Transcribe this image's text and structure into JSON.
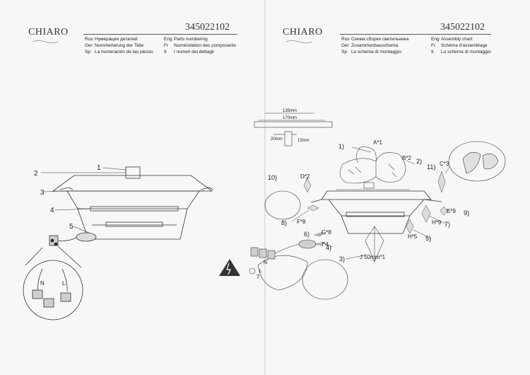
{
  "left": {
    "logo": "CHIARO",
    "code": "345022102",
    "langs": [
      {
        "tag": "Rus",
        "text": "Нумерация деталей"
      },
      {
        "tag": "Ger",
        "text": "Nummerierung der Teile"
      },
      {
        "tag": "Sp",
        "text": "La numeración de las piezas"
      },
      {
        "tag": "Eng",
        "text": "Parts numbering"
      },
      {
        "tag": "Fr",
        "text": "Numérotation des composants"
      },
      {
        "tag": "It",
        "text": "I numeri dei dettagli"
      }
    ],
    "callouts": [
      "1",
      "2",
      "3",
      "4",
      "5"
    ],
    "wire_labels": [
      "N",
      "L"
    ]
  },
  "right": {
    "logo": "CHIARO",
    "code": "345022102",
    "langs": [
      {
        "tag": "Rus",
        "text": "Схема сборки светильника"
      },
      {
        "tag": "Ger",
        "text": "Zusammenbauschema"
      },
      {
        "tag": "Sp",
        "text": "Lo schema di montaggio"
      },
      {
        "tag": "Eng",
        "text": "Assembly chart"
      },
      {
        "tag": "Fr",
        "text": "Schéma d'assemblage"
      },
      {
        "tag": "It",
        "text": "Lo schema di montaggio"
      }
    ],
    "dims": {
      "d1": "135mm",
      "d2": "170mm",
      "d3": "20mm",
      "d4": "13mm"
    },
    "parts": [
      {
        "num": "1)",
        "code": "A*1"
      },
      {
        "num": "2)",
        "code": "B*2"
      },
      {
        "num": "11)",
        "code": "C*3"
      },
      {
        "num": "10)",
        "code": "D*2"
      },
      {
        "num": "9)",
        "code": "E*9"
      },
      {
        "num": "8)",
        "code": "F*8"
      },
      {
        "num": "7)",
        "code": "H*9"
      },
      {
        "num": "6)",
        "code": "G*8"
      },
      {
        "num": "5)",
        "code": "H*5"
      },
      {
        "num": "4)",
        "code": "I*4"
      },
      {
        "num": "3)",
        "code": "J 50mm*1"
      }
    ],
    "wire_labels": [
      "N",
      "L"
    ],
    "ground": "7"
  }
}
